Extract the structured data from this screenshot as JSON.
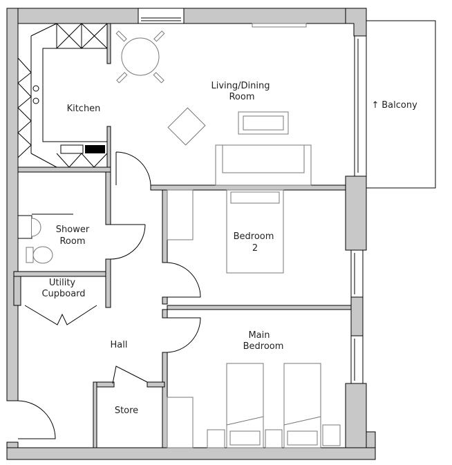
{
  "plan": {
    "rooms": {
      "kitchen": "Kitchen",
      "living_line1": "Living/Dining",
      "living_line2": "Room",
      "balcony": "Balcony",
      "shower_line1": "Shower",
      "shower_line2": "Room",
      "bedroom2_line1": "Bedroom",
      "bedroom2_line2": "2",
      "utility_line1": "Utility",
      "utility_line2": "Cupboard",
      "hall": "Hall",
      "main_line1": "Main",
      "main_line2": "Bedroom",
      "store": "Store"
    },
    "colors": {
      "wall": "#c8c8c8",
      "line": "#000000",
      "furniture": "#777777"
    }
  }
}
